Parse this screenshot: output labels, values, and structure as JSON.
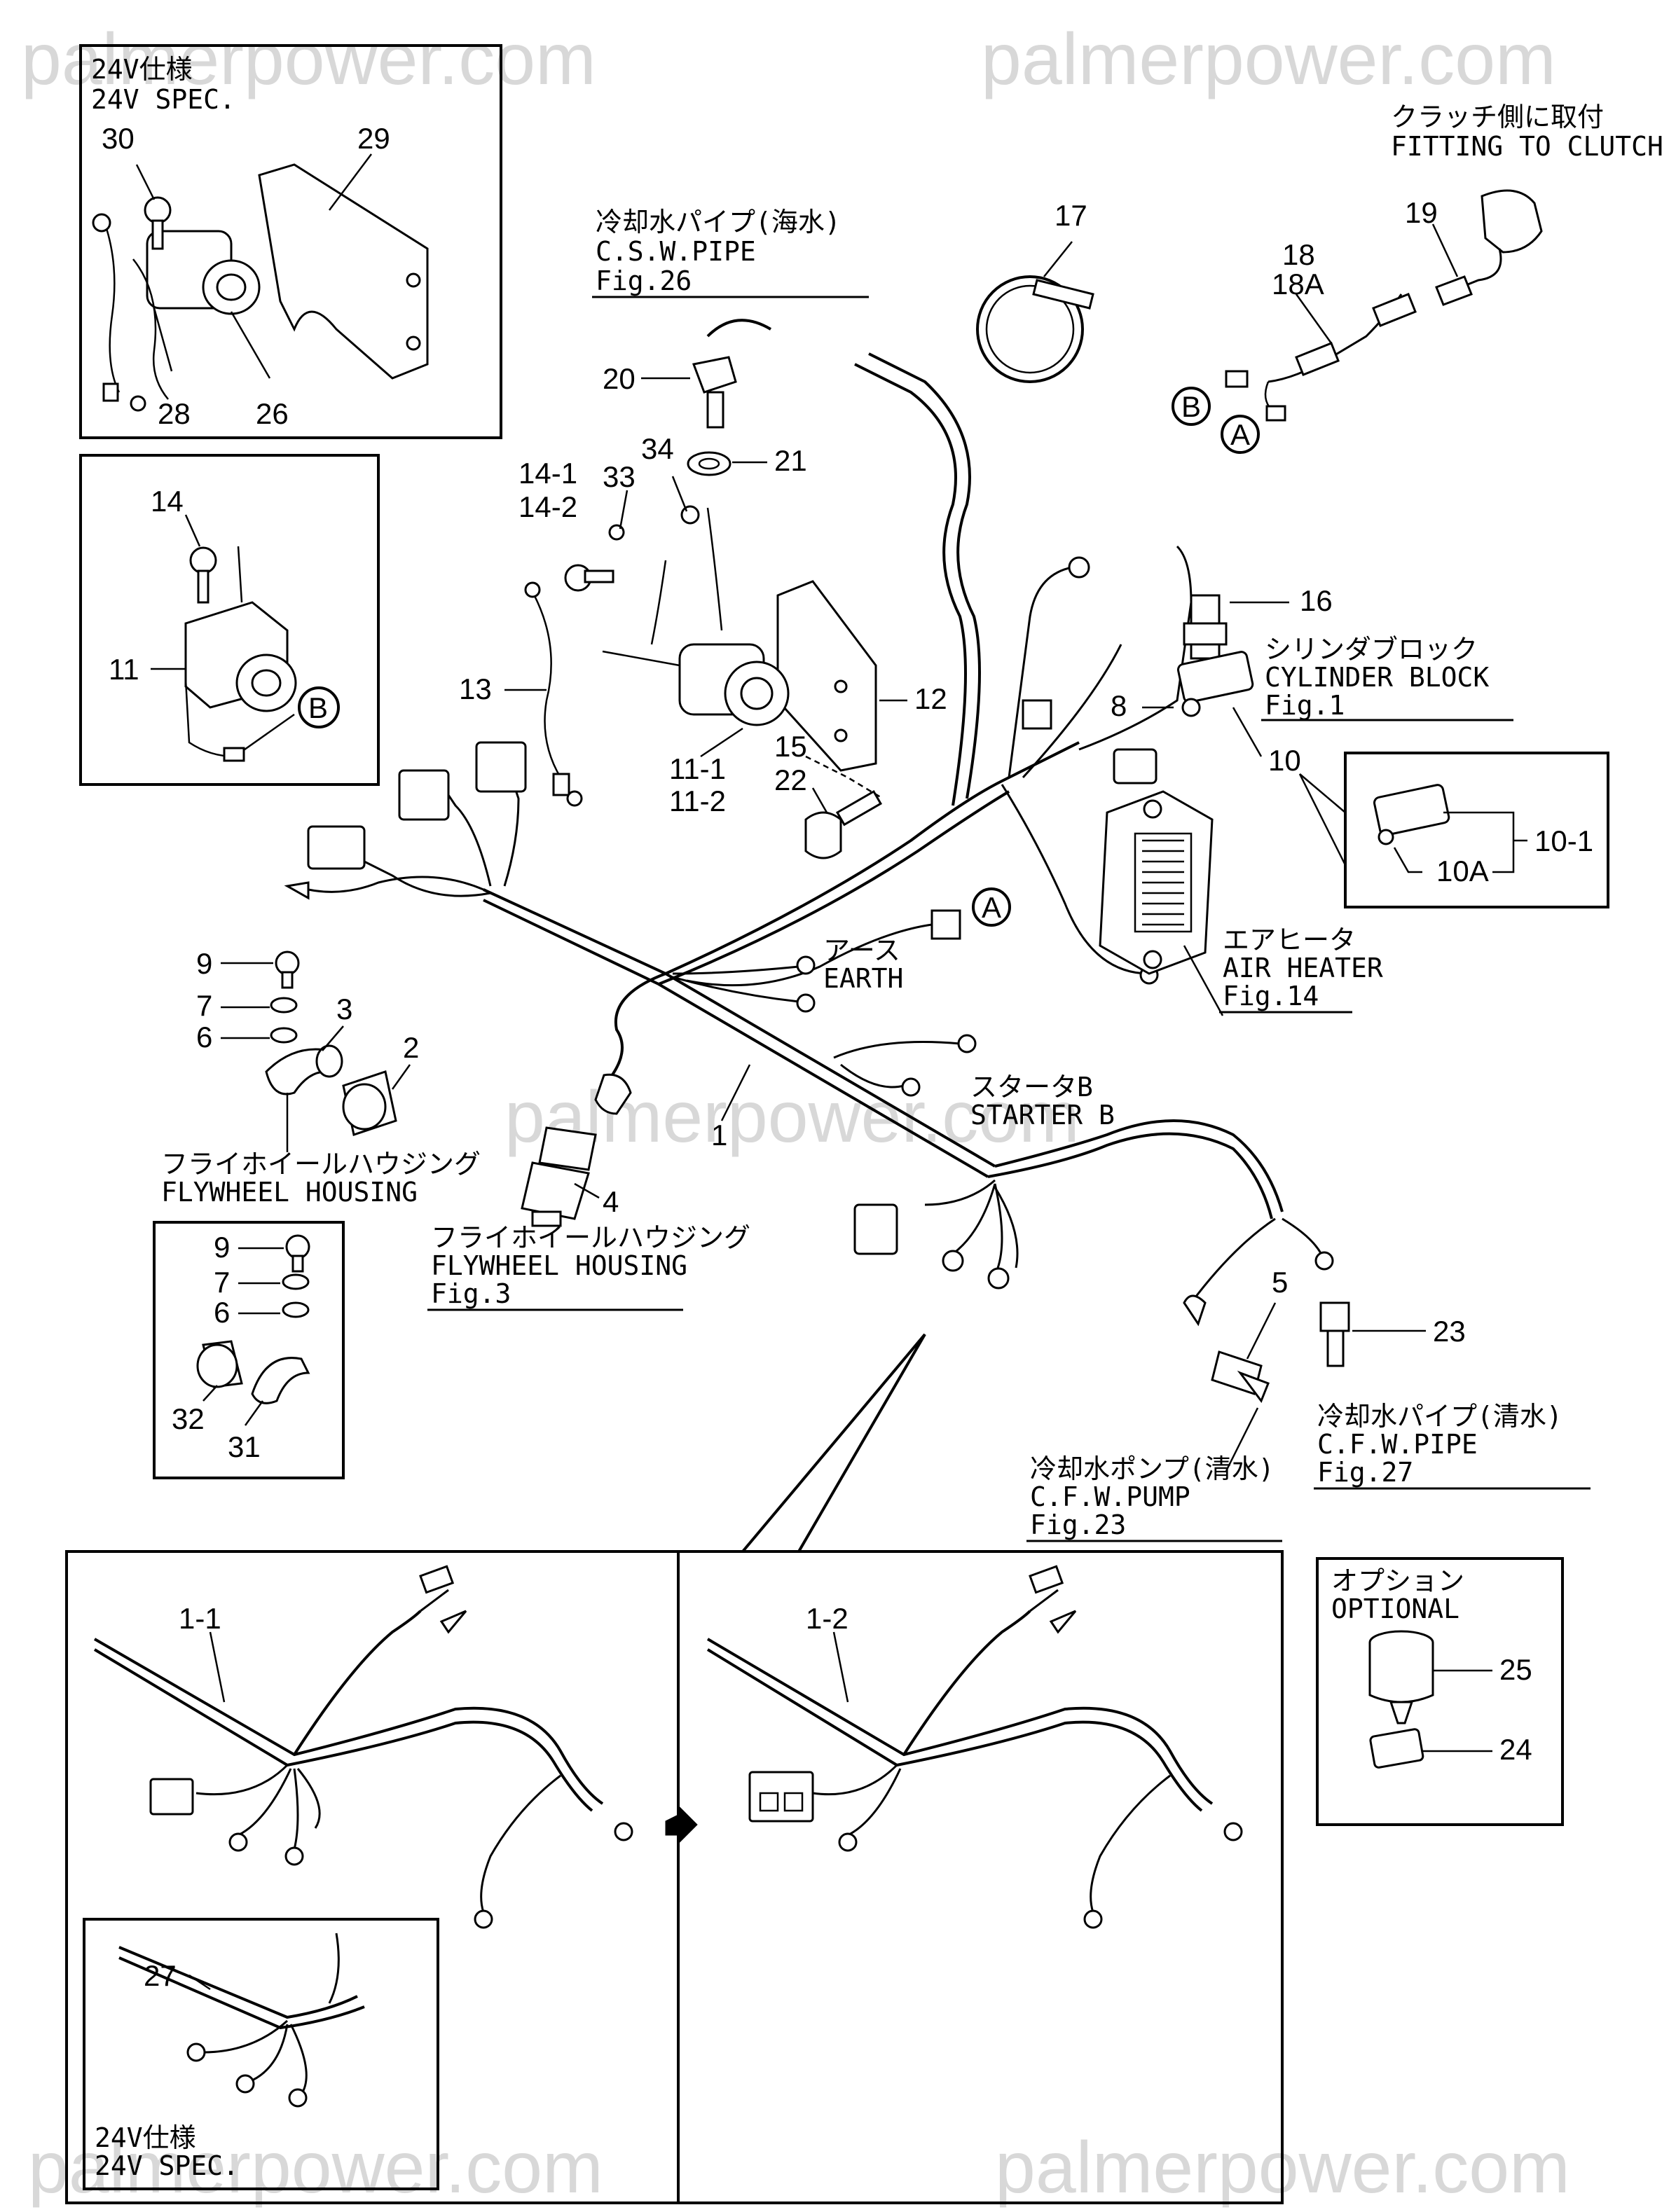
{
  "watermark": "palmerpower.com",
  "callouts": {
    "c1": "1",
    "c1_1": "1-1",
    "c1_2": "1-2",
    "c2": "2",
    "c3": "3",
    "c4": "4",
    "c5": "5",
    "c6a": "6",
    "c6b": "6",
    "c7a": "7",
    "c7b": "7",
    "c8": "8",
    "c9a": "9",
    "c9b": "9",
    "c10": "10",
    "c10_1": "10-1",
    "c10A": "10A",
    "c11": "11",
    "c11_1": "11-1",
    "c11_2": "11-2",
    "c12": "12",
    "c13": "13",
    "c14": "14",
    "c14_1": "14-1",
    "c14_2": "14-2",
    "c15": "15",
    "c16": "16",
    "c17": "17",
    "c18": "18",
    "c18A": "18A",
    "c19": "19",
    "c20": "20",
    "c21": "21",
    "c22": "22",
    "c23": "23",
    "c24": "24",
    "c25": "25",
    "c26": "26",
    "c27": "27",
    "c28": "28",
    "c29": "29",
    "c30": "30",
    "c31": "31",
    "c32": "32",
    "c33": "33",
    "c34": "34"
  },
  "markers": {
    "A": "A",
    "B": "B"
  },
  "labels": {
    "spec24_jp": "24V仕様",
    "spec24_en": "24V SPEC.",
    "clutch_jp": "クラッチ側に取付",
    "clutch_en": "FITTING TO CLUTCH",
    "csw_jp": "冷却水パイプ(海水)",
    "csw_en": "C.S.W.PIPE",
    "csw_fig": "Fig.26",
    "cyl_jp": "シリンダブロック",
    "cyl_en": "CYLINDER BLOCK",
    "cyl_fig": "Fig.1",
    "earth_jp": "アース",
    "earth_en": "EARTH",
    "air_jp": "エアヒータ",
    "air_en": "AIR HEATER",
    "air_fig": "Fig.14",
    "starter_jp": "スタータB",
    "starter_en": "STARTER B",
    "fwh1_jp": "フライホイールハウジング",
    "fwh1_en": "FLYWHEEL HOUSING",
    "fwh2_jp": "フライホイールハウジング",
    "fwh2_en": "FLYWHEEL HOUSING",
    "fwh2_fig": "Fig.3",
    "cfwpipe_jp": "冷却水パイプ(清水)",
    "cfwpipe_en": "C.F.W.PIPE",
    "cfwpipe_fig": "Fig.27",
    "cfwpump_jp": "冷却水ポンプ(清水)",
    "cfwpump_en": "C.F.W.PUMP",
    "cfwpump_fig": "Fig.23",
    "opt_jp": "オプション",
    "opt_en": "OPTIONAL",
    "spec24b_jp": "24V仕様",
    "spec24b_en": "24V SPEC."
  }
}
